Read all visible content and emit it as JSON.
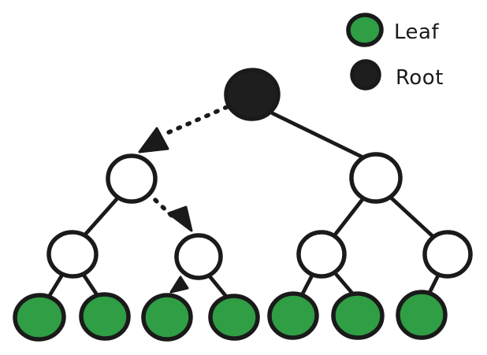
{
  "colors": {
    "leaf_fill": "#2f9e44",
    "root_fill": "#1e1e1e",
    "internal_fill": "#ffffff",
    "stroke": "#1a1a1a",
    "background": "#ffffff"
  },
  "legend": {
    "items": [
      {
        "label": "Leaf",
        "swatch_color": "#2f9e44"
      },
      {
        "label": "Root",
        "swatch_color": "#1e1e1e"
      }
    ]
  },
  "graph": {
    "type": "tree",
    "style": "hand-drawn",
    "nodes": [
      {
        "id": "root",
        "type": "root"
      },
      {
        "id": "left-child",
        "type": "internal"
      },
      {
        "id": "right-child",
        "type": "internal"
      },
      {
        "id": "left-left",
        "type": "internal"
      },
      {
        "id": "left-right",
        "type": "internal"
      },
      {
        "id": "right-left",
        "type": "internal"
      },
      {
        "id": "right-right",
        "type": "internal"
      },
      {
        "id": "leaf-1",
        "type": "leaf"
      },
      {
        "id": "leaf-2",
        "type": "leaf"
      },
      {
        "id": "leaf-3",
        "type": "leaf"
      },
      {
        "id": "leaf-4",
        "type": "leaf"
      },
      {
        "id": "leaf-5",
        "type": "leaf"
      },
      {
        "id": "leaf-6",
        "type": "leaf"
      },
      {
        "id": "leaf-7",
        "type": "leaf"
      }
    ],
    "solid_edges": [
      [
        "root",
        "right-child"
      ],
      [
        "left-child",
        "left-left"
      ],
      [
        "left-left",
        "leaf-1"
      ],
      [
        "left-left",
        "leaf-2"
      ],
      [
        "left-right",
        "leaf-4"
      ],
      [
        "right-child",
        "right-left"
      ],
      [
        "right-child",
        "right-right"
      ],
      [
        "right-left",
        "leaf-5"
      ],
      [
        "right-left",
        "leaf-6"
      ],
      [
        "right-right",
        "leaf-7"
      ]
    ],
    "dotted_arrows": [
      [
        "root",
        "left-child"
      ],
      [
        "left-child",
        "left-right"
      ],
      [
        "left-right",
        "leaf-3"
      ]
    ]
  }
}
